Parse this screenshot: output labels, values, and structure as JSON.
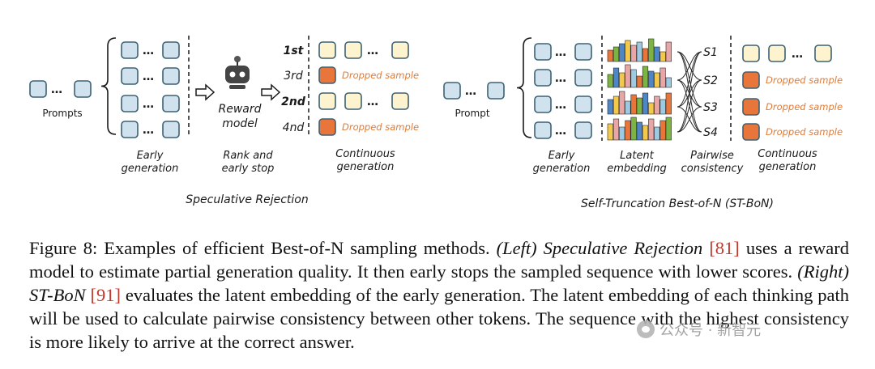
{
  "left": {
    "prompts_label": "Prompts",
    "dots": "…",
    "rank_labels": [
      "1st",
      "3rd",
      "2nd",
      "4nd"
    ],
    "dropped_label": "Dropped sample",
    "reward_title": "Reward",
    "reward_sub": "model",
    "early_generation": [
      "Early",
      "generation"
    ],
    "rank_early_stop": [
      "Rank and",
      "early stop"
    ],
    "continuous_generation": [
      "Continuous",
      "generation"
    ],
    "title": "Speculative Rejection"
  },
  "right": {
    "prompt_label": "Prompt",
    "dots": "…",
    "score_labels": [
      "S1",
      "S2",
      "S3",
      "S4"
    ],
    "dropped_label": "Dropped sample",
    "early_generation": [
      "Early",
      "generation"
    ],
    "latent_embedding": [
      "Latent",
      "embedding"
    ],
    "pairwise_consistency": [
      "Pairwise",
      "consistency"
    ],
    "continuous_generation": [
      "Continuous",
      "generation"
    ],
    "title": "Self-Truncation Best-of-N (ST-BoN)"
  },
  "caption": {
    "fig_label": "Figure 8: Examples of efficient Best-of-N sampling methods.",
    "left_method": "(Left) Speculative Rejection",
    "left_ref": "[81]",
    "left_desc": "uses a reward model to estimate partial generation quality. It then early stops the sampled sequence with lower scores.",
    "right_method": "(Right) ST-BoN",
    "right_ref": "[91]",
    "right_desc": "evaluates the latent embedding of the early generation. The latent embedding of each thinking path will be used to calculate pairwise consistency between other tokens. The sequence with the highest consistency is more likely to arrive at the correct answer."
  },
  "watermark": "公众号 · 新智元",
  "colors": {
    "token_blue_fill": "#cfe2ee",
    "token_stroke": "#3d6173",
    "token_cream_fill": "#fdf3cf",
    "dropped_fill": "#e8763a",
    "dropped_text": "#e07b39",
    "bar_palette": [
      "#e8763a",
      "#7cb342",
      "#4f86c6",
      "#f2c94c",
      "#e8a6a6",
      "#9ecae1"
    ]
  },
  "icons": {
    "robot": "reward-model-robot-icon",
    "arrow": "right-arrow-icon"
  }
}
